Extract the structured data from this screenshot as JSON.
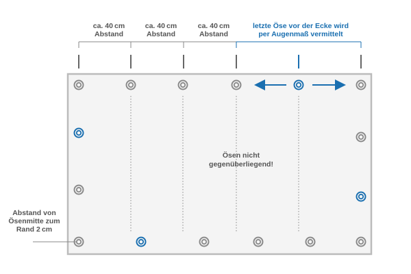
{
  "colors": {
    "gray_text": "#555555",
    "blue_accent": "#1a6fb0",
    "sheet_fill": "#f4f4f4",
    "sheet_border": "#bbbbbb",
    "line_gray": "#888888"
  },
  "spacing_labels": [
    {
      "line1": "ca. 40 cm",
      "line2": "Abstand"
    },
    {
      "line1": "ca. 40 cm",
      "line2": "Abstand"
    },
    {
      "line1": "ca. 40 cm",
      "line2": "Abstand"
    }
  ],
  "last_eyelet_note": {
    "line1": "letzte Öse vor der Ecke wird",
    "line2": "per Augenmaß vermittelt"
  },
  "center_note": {
    "line1": "Ösen nicht",
    "line2": "gegenüberliegend!"
  },
  "edge_note": {
    "line1": "Abstand von",
    "line2": "Ösenmitte zum",
    "line3": "Rand 2 cm"
  },
  "icons": [
    "eyelet-icon",
    "arrow-left-icon",
    "arrow-right-icon"
  ]
}
